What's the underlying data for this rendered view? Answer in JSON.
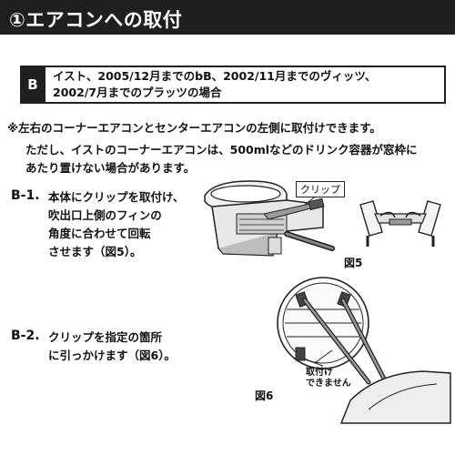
{
  "header": {
    "title": "①エアコンへの取付"
  },
  "section": {
    "badge": "B",
    "line1": "イスト、2005/12月までのbB、2002/11月までのヴィッツ、",
    "line2": "2002/7月までのプラッツの場合"
  },
  "note": "※左右のコーナーエアコンとセンターエアコンの左側に取付けできます。",
  "caution": {
    "line1": "ただし、イストのコーナーエアコンは、500mlなどのドリンク容器が窓枠に",
    "line2": "あたり置けない場合があります。"
  },
  "step1": {
    "label": "B-1.",
    "lines": [
      "本体にクリップを取付け、",
      "吹出口上側のフィンの",
      "角度に合わせて回転",
      "させます（図5）。"
    ]
  },
  "step2": {
    "label": "B-2.",
    "lines": [
      "クリップを指定の箇所",
      "に引っかけます（図6）。"
    ]
  },
  "figure5": {
    "label": "図5",
    "clip_label": "クリップ"
  },
  "figure6": {
    "label": "図6",
    "callout_line1": "取付け",
    "callout_line2": "できません"
  }
}
